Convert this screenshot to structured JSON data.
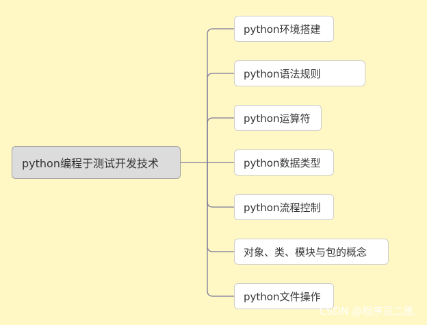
{
  "root": {
    "label": "python编程于测试开发技术"
  },
  "children": [
    {
      "label": "python环境搭建"
    },
    {
      "label": "python语法规则"
    },
    {
      "label": "python运算符"
    },
    {
      "label": "python数据类型"
    },
    {
      "label": "python流程控制"
    },
    {
      "label": "对象、类、模块与包的概念"
    },
    {
      "label": "python文件操作"
    }
  ],
  "watermark": "CSDN @程序员二黑.",
  "colors": {
    "background": "#fff8c4",
    "root_fill": "#dcdcdc",
    "node_fill": "#ffffff",
    "connector": "#7a7a9a"
  }
}
